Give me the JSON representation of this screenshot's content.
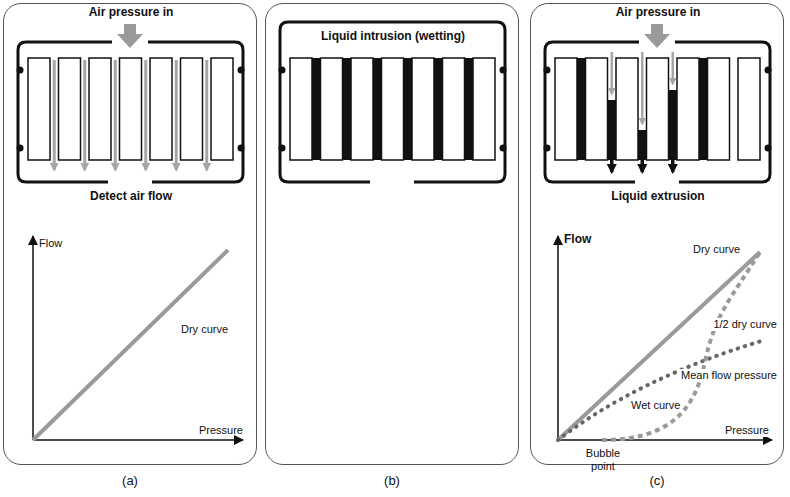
{
  "diagram": {
    "nodes": [
      {
        "text": [
          "Air pressure in",
          "Detect air flow",
          "Flow",
          "Dry curve",
          "Pressure"
        ]
      },
      {
        "text": [
          "Liquid intrusion (wetting)"
        ]
      },
      {
        "text": [
          "Air pressure in",
          "Liquid extrusion",
          "Flow",
          "Dry curve",
          "1/2 dry curve",
          "Mean flow pressure",
          "Wet curve",
          "Bubble point",
          "Pressure"
        ]
      }
    ],
    "labels": [
      "(a)",
      "(b)",
      "(c)"
    ]
  }
}
